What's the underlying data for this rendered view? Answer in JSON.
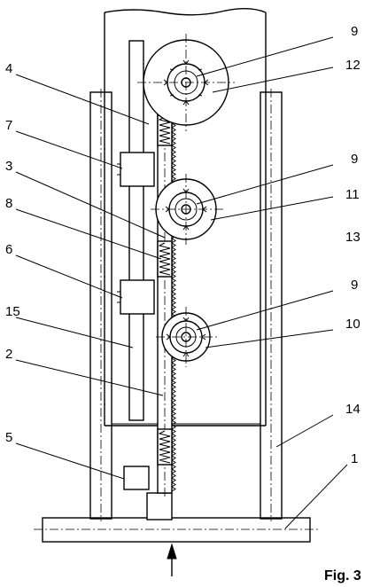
{
  "figure": {
    "caption": "Fig. 3",
    "labels": [
      {
        "id": "label-9-top",
        "text": "9"
      },
      {
        "id": "label-12",
        "text": "12"
      },
      {
        "id": "label-4",
        "text": "4"
      },
      {
        "id": "label-7",
        "text": "7"
      },
      {
        "id": "label-3",
        "text": "3"
      },
      {
        "id": "label-9-mid",
        "text": "9"
      },
      {
        "id": "label-11",
        "text": "11"
      },
      {
        "id": "label-8",
        "text": "8"
      },
      {
        "id": "label-13",
        "text": "13"
      },
      {
        "id": "label-6",
        "text": "6"
      },
      {
        "id": "label-9-low",
        "text": "9"
      },
      {
        "id": "label-15",
        "text": "15"
      },
      {
        "id": "label-10",
        "text": "10"
      },
      {
        "id": "label-2",
        "text": "2"
      },
      {
        "id": "label-14",
        "text": "14"
      },
      {
        "id": "label-5",
        "text": "5"
      },
      {
        "id": "label-1",
        "text": "1"
      }
    ]
  }
}
